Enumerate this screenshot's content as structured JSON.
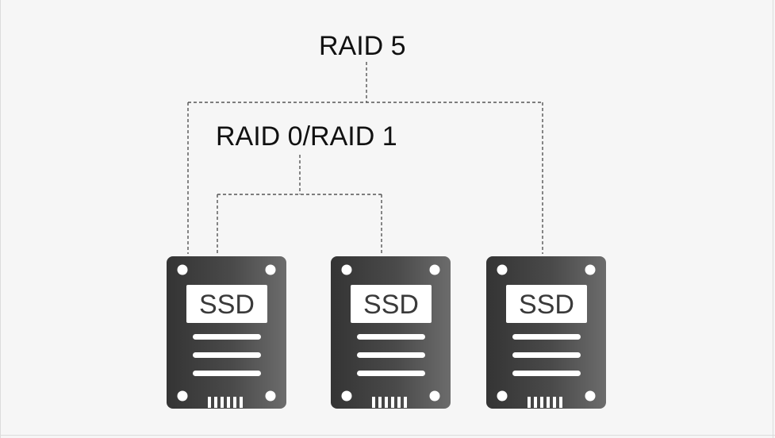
{
  "labels": {
    "raid5": "RAID 5",
    "raid01": "RAID 0/RAID 1"
  },
  "drives": [
    {
      "label": "SSD"
    },
    {
      "label": "SSD"
    },
    {
      "label": "SSD"
    }
  ],
  "colors": {
    "background": "#f6f6f6",
    "connector": "#555555",
    "drive_body_dark": "#3a3a3a",
    "drive_body_light": "#6a6a6a",
    "drive_detail": "#ffffff"
  }
}
